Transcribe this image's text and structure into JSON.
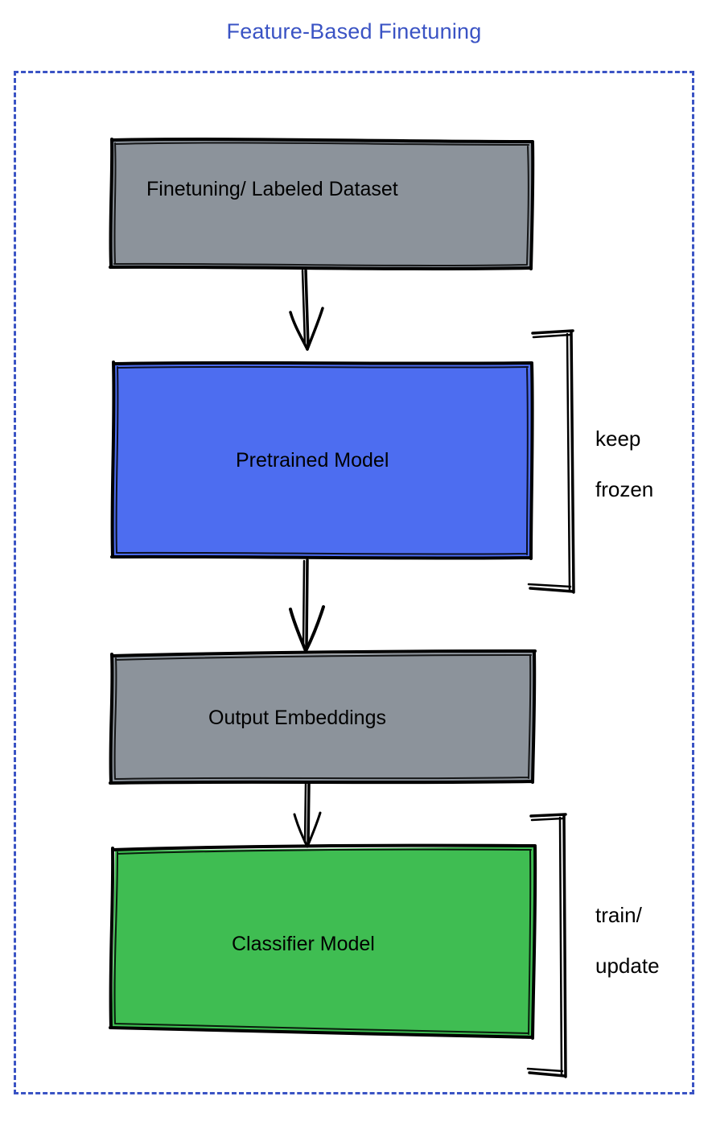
{
  "title": "Feature-Based Finetuning",
  "colors": {
    "title": "#3a53c4",
    "container_border": "#3a53c4",
    "gray_fill": "#8c939b",
    "blue_fill": "#4d6df0",
    "green_fill": "#3fbd52",
    "stroke": "#000000",
    "background": "#ffffff"
  },
  "nodes": [
    {
      "id": "dataset",
      "label": "Finetuning/ Labeled Dataset",
      "fill": "#8c939b"
    },
    {
      "id": "pretrained",
      "label": "Pretrained Model",
      "fill": "#4d6df0"
    },
    {
      "id": "embeddings",
      "label": "Output Embeddings",
      "fill": "#8c939b"
    },
    {
      "id": "classifier",
      "label": "Classifier Model",
      "fill": "#3fbd52"
    }
  ],
  "annotations": [
    {
      "id": "frozen",
      "line1": "keep",
      "line2": "frozen",
      "target": "pretrained"
    },
    {
      "id": "train",
      "line1": "train/",
      "line2": "update",
      "target": "classifier"
    }
  ],
  "edges": [
    {
      "from": "dataset",
      "to": "pretrained",
      "style": "arrow"
    },
    {
      "from": "pretrained",
      "to": "embeddings",
      "style": "arrow"
    },
    {
      "from": "embeddings",
      "to": "classifier",
      "style": "arrow"
    }
  ],
  "chart_data": {
    "type": "diagram",
    "title": "Feature-Based Finetuning",
    "flow": [
      "Finetuning/ Labeled Dataset",
      "Pretrained Model",
      "Output Embeddings",
      "Classifier Model"
    ],
    "brackets": [
      {
        "label": "keep frozen",
        "covers": [
          "Pretrained Model"
        ]
      },
      {
        "label": "train/ update",
        "covers": [
          "Classifier Model"
        ]
      }
    ]
  }
}
